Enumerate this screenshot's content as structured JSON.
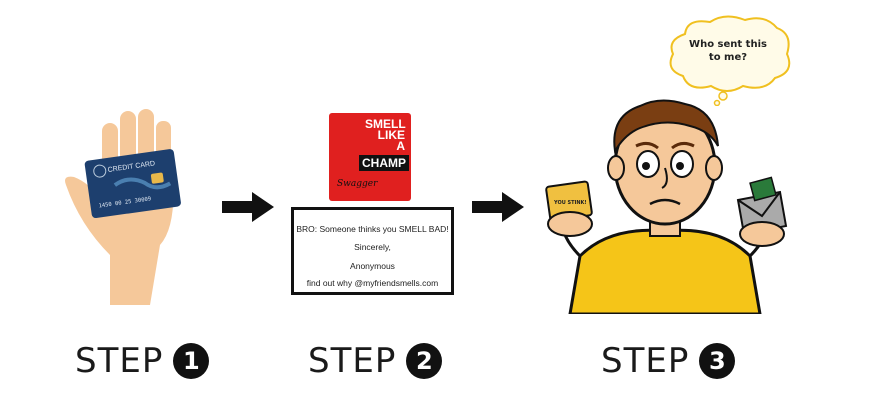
{
  "steps": [
    {
      "label": "STEP",
      "number": "1"
    },
    {
      "label": "STEP",
      "number": "2"
    },
    {
      "label": "STEP",
      "number": "3"
    }
  ],
  "card": {
    "title": "CREDIT CARD",
    "number": "1450 00 25 30009"
  },
  "packet": {
    "line1": "SMELL",
    "line2": "LIKE",
    "line3": "A",
    "line4": "CHAMP",
    "brand": "Swagger"
  },
  "note": {
    "line1": "BRO: Someone thinks you SMELL BAD!",
    "line2": "Sincerely,",
    "line3": "Anonymous",
    "line4": "find out why @myfriendsmells.com"
  },
  "speech_bubble": {
    "line1": "Who sent this",
    "line2": "to me?"
  },
  "small_note": {
    "text": "YOU STINK!"
  },
  "colors": {
    "skin": "#f5c89a",
    "card": "#1d3f6e",
    "packet": "#e0201f",
    "shirt": "#f5c518",
    "arrow": "#111111"
  }
}
